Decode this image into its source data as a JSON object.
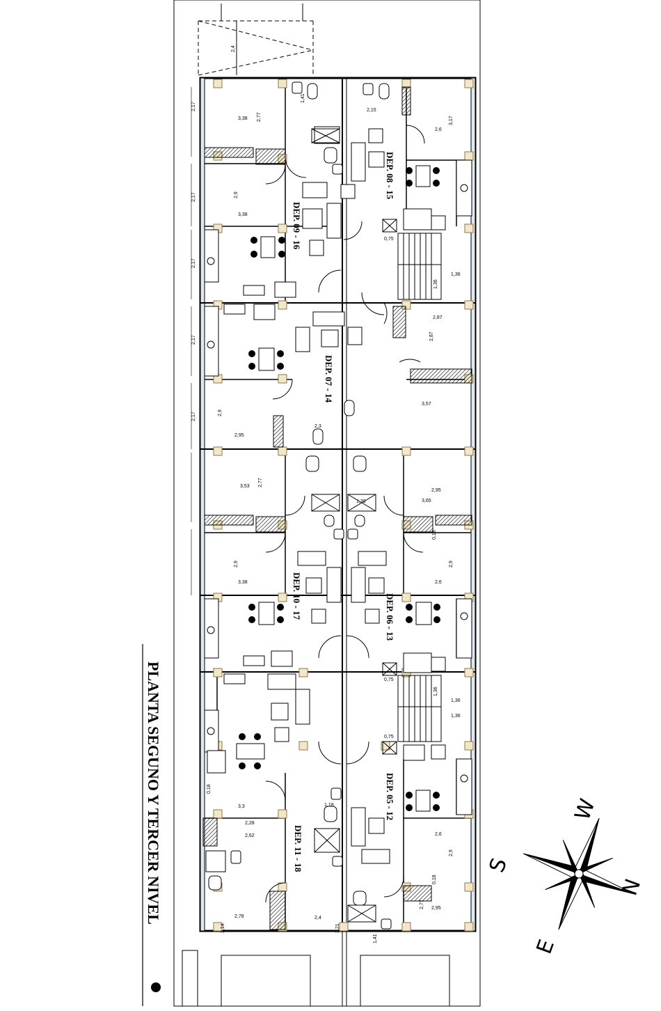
{
  "title": "PLANTA SEGUNO Y TERCER NIVEL",
  "units": [
    {
      "label": "DEP. 08  -  15"
    },
    {
      "label": "DEP. 09  -  16"
    },
    {
      "label": "DEP. 07  -  14"
    },
    {
      "label": "DEP. 10  -  17"
    },
    {
      "label": "DEP. 06  -  13"
    },
    {
      "label": "DEP. 05  -  12"
    },
    {
      "label": "DEP. 11  -  18"
    }
  ],
  "compass": {
    "N": "N",
    "S": "S",
    "E": "E",
    "W": "W"
  },
  "dimensions": [
    "2,4",
    "2,17",
    "3,38",
    "2,77",
    "1,41",
    "2,15",
    "2,6",
    "3,17",
    "2,9",
    "3,38",
    "2,17",
    "0,75",
    "1,36",
    "1,36",
    "2,17",
    "2,87",
    "2,87",
    "3,57",
    "2,95",
    "2,3",
    "2,9",
    "2,17",
    "3,53",
    "2,77",
    "2,95",
    "3,65",
    "1,39",
    "2,17",
    "2,9",
    "3,38",
    "2,6",
    "2,9",
    "0,18",
    "0,75",
    "1,36",
    "1,36",
    "1,36",
    "0,75",
    "0,18",
    "3,3",
    "2,28",
    "2,62",
    "1,18",
    "2,6",
    "2,9",
    "0,18",
    "2,78",
    "3,14",
    "2,4",
    "3,21",
    "2,95",
    "2,77",
    "1,41"
  ]
}
